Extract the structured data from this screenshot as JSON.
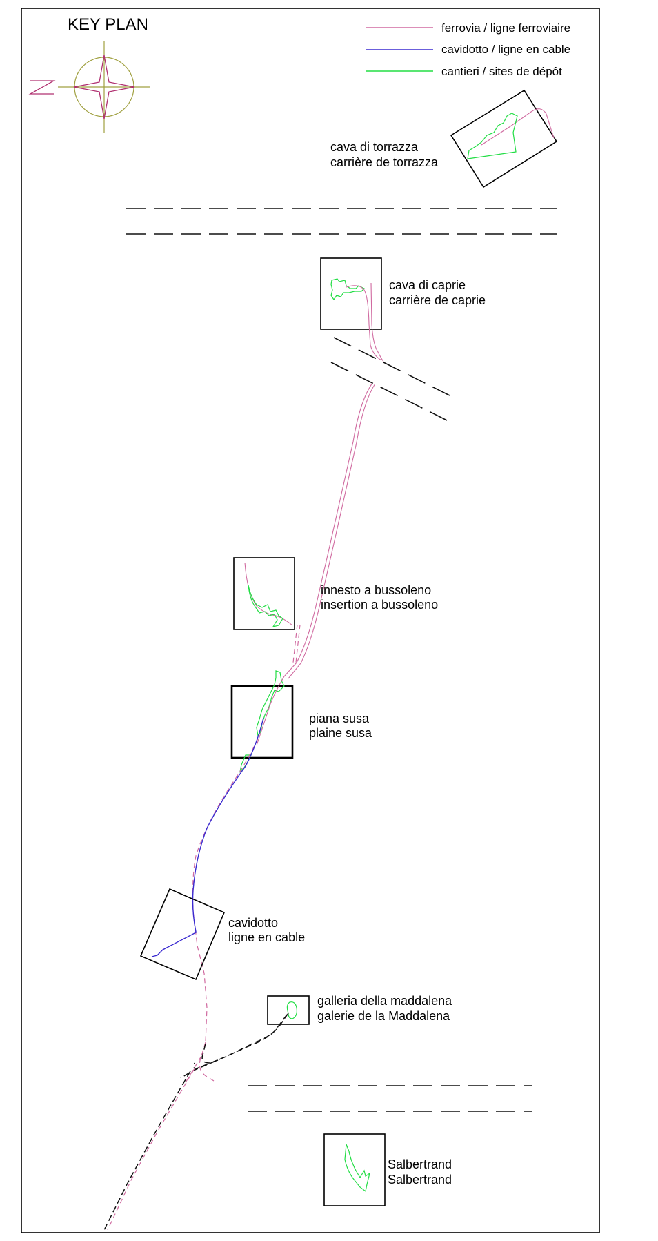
{
  "title": "KEY PLAN",
  "compass": {
    "north_letter": "N",
    "north_color": "#b03070",
    "ring_color": "#a0a040"
  },
  "legend": {
    "items": [
      {
        "label": "ferrovia / ligne ferroviaire",
        "color": "#d06aa0"
      },
      {
        "label": "cavidotto / ligne en cable",
        "color": "#3a2ad0"
      },
      {
        "label": "cantieri / sites de dépôt",
        "color": "#22dd44"
      }
    ]
  },
  "sites": [
    {
      "line1": "cava di torrazza",
      "line2": "carrière de torrazza"
    },
    {
      "line1": "cava di caprie",
      "line2": "carrière de caprie"
    },
    {
      "line1": "innesto a bussoleno",
      "line2": "insertion a bussoleno"
    },
    {
      "line1": "piana susa",
      "line2": "plaine susa"
    },
    {
      "line1": "cavidotto",
      "line2": "ligne en cable"
    },
    {
      "line1": "galleria della maddalena",
      "line2": "galerie de la Maddalena"
    },
    {
      "line1": "Salbertrand",
      "line2": "Salbertrand"
    }
  ]
}
